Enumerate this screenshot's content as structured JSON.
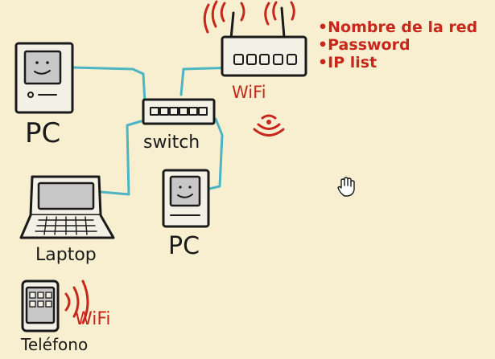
{
  "devices": {
    "pc_top": "PC",
    "switch": "switch",
    "laptop": "Laptop",
    "pc_bottom": "PC",
    "phone": "Teléfono",
    "router_wifi": "WiFi",
    "phone_wifi": "WiFi"
  },
  "router_notes": [
    "•Nombre de la red",
    "•Password",
    "•IP list"
  ],
  "colors": {
    "background": "#f7efcf",
    "cable": "#4db4c4",
    "annotation": "#c8271b",
    "ink": "#1a1a1a"
  },
  "icons": {
    "cursor": "hand-cursor-icon"
  }
}
